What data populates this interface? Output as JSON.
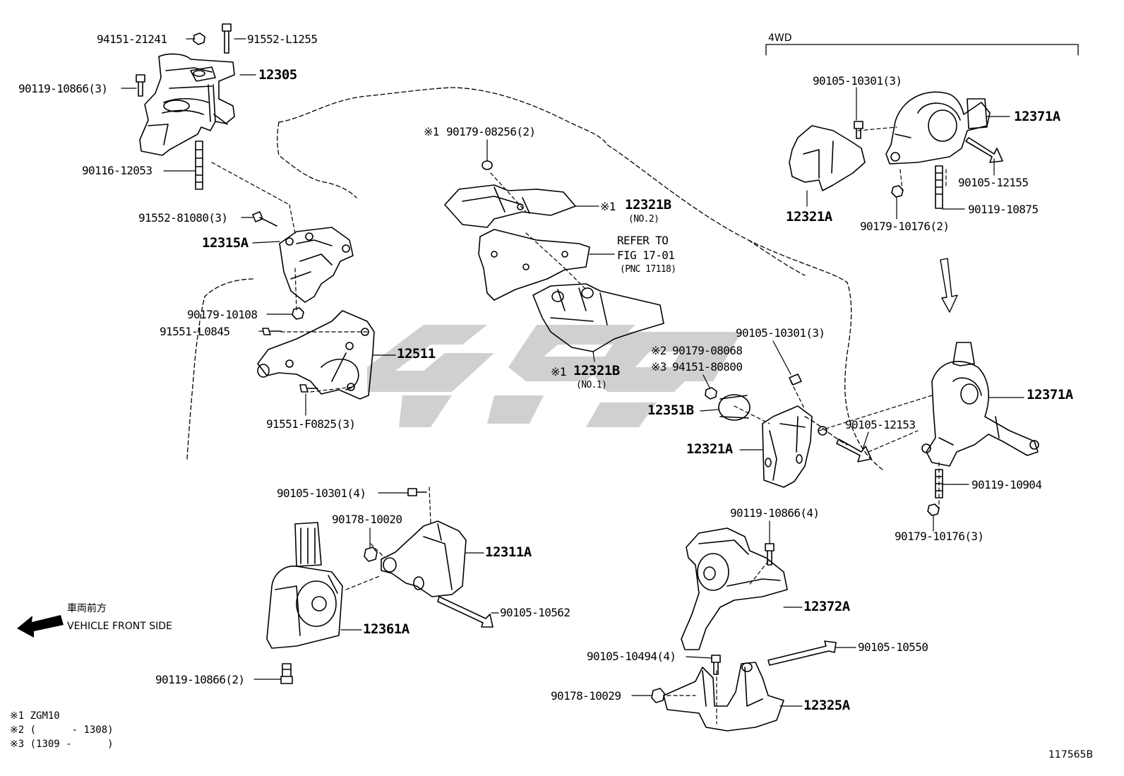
{
  "diagram": {
    "section_label": "4WD",
    "figure_id": "117565B",
    "direction": {
      "line1": "車両前方",
      "line2": "VEHICLE FRONT SIDE"
    },
    "refer": {
      "line1": "REFER TO",
      "line2": "FIG 17-01",
      "line3": "(PNC 17118)"
    },
    "parts": {
      "p94151_21241": "94151-21241",
      "p91552_L1255": "91552-L1255",
      "p12305": "12305",
      "p90119_10866_3": "90119-10866(3)",
      "p90116_12053": "90116-12053",
      "p91552_81080_3": "91552-81080(3)",
      "p12315A": "12315A",
      "p90179_10108": "90179-10108",
      "p91551_L0845": "91551-L0845",
      "p12511": "12511",
      "p91551_F0825_3": "91551-F0825(3)",
      "p90179_08256_2": "90179-08256(2)",
      "p12321B_no2": "12321B",
      "p12321B_no2_sub": "(NO.2)",
      "p12321B_no1": "12321B",
      "p12321B_no1_sub": "(NO.1)",
      "p90179_08068": "90179-08068",
      "p94151_80800": "94151-80800",
      "p12351B": "12351B",
      "p12321A_b": "12321A",
      "p90105_10301_3b": "90105-10301(3)",
      "p90105_12153": "90105-12153",
      "p12371A_b": "12371A",
      "p90119_10904": "90119-10904",
      "p90179_10176_3": "90179-10176(3)",
      "p90105_10301_3a": "90105-10301(3)",
      "p12371A_a": "12371A",
      "p12321A_a": "12321A",
      "p90105_12155": "90105-12155",
      "p90119_10875": "90119-10875",
      "p90179_10176_2": "90179-10176(2)",
      "p90105_10301_4": "90105-10301(4)",
      "p90178_10020": "90178-10020",
      "p12311A": "12311A",
      "p90105_10562": "90105-10562",
      "p12361A": "12361A",
      "p90119_10866_2": "90119-10866(2)",
      "p90119_10866_4": "90119-10866(4)",
      "p12372A": "12372A",
      "p90105_10494_4": "90105-10494(4)",
      "p90105_10550": "90105-10550",
      "p90178_10029": "90178-10029",
      "p12325A": "12325A"
    },
    "marks": {
      "m1": "※1",
      "m2": "※2",
      "m3": "※3"
    },
    "notes": [
      "※1 ZGM10",
      "※2 (      - 1308)",
      "※3 (1309 -      )"
    ]
  }
}
